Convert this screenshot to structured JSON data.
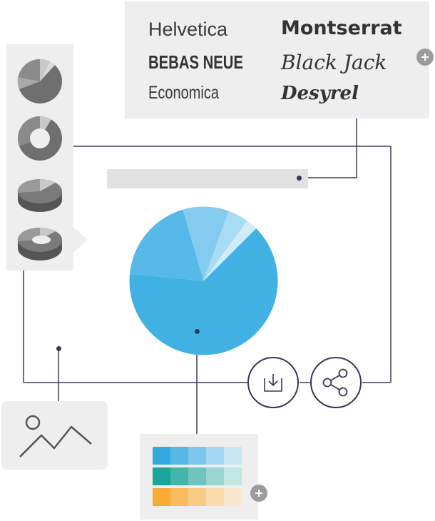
{
  "fonts": [
    {
      "name": "Helvetica"
    },
    {
      "name": "Montserrat"
    },
    {
      "name": "BEBAS NEUE"
    },
    {
      "name": "Black Jack"
    },
    {
      "name": "Economica"
    },
    {
      "name": "Desyrel"
    }
  ],
  "chart_types": [
    {
      "icon": "pie-chart-icon"
    },
    {
      "icon": "donut-chart-icon"
    },
    {
      "icon": "3d-pie-chart-icon"
    },
    {
      "icon": "3d-donut-chart-icon"
    }
  ],
  "pie_preview": {
    "colors": [
      "#41b1e4",
      "#57b9e8",
      "#85cbef",
      "#a8dbf4",
      "#d0ecf9"
    ],
    "slice_fractions": [
      0.64,
      0.19,
      0.1,
      0.045,
      0.025
    ]
  },
  "actions": [
    {
      "icon": "download-icon"
    },
    {
      "icon": "share-icon"
    }
  ],
  "palette": {
    "rows": [
      [
        "#33a9e0",
        "#55b7e6",
        "#7cc7ec",
        "#a4d7f2",
        "#c9e6f5"
      ],
      [
        "#1aa59a",
        "#43b5ab",
        "#6ec5bd",
        "#99d6cf",
        "#c2e6e1"
      ],
      [
        "#f8ac36",
        "#f9bb5d",
        "#facb85",
        "#fbdaad",
        "#f8e6d1"
      ]
    ]
  },
  "colors": {
    "line": "#333a56",
    "panel": "#eeeeee",
    "placeholder": "#e1e1e1",
    "icon_gray": "#9b9b9b"
  }
}
